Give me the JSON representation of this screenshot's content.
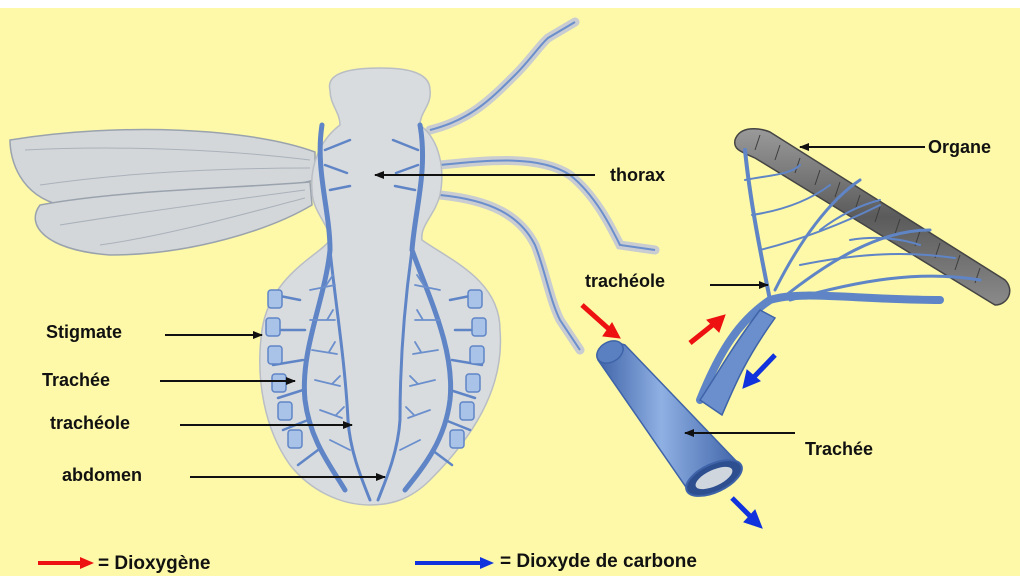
{
  "labels": {
    "thorax": "thorax",
    "organe": "Organe",
    "tracheole_right": "trachéole",
    "stigmate": "Stigmate",
    "trachee_left": "Trachée",
    "tracheole_left": "trachéole",
    "abdomen": "abdomen",
    "trachee_right": "Trachée"
  },
  "legend": {
    "oxygen": "= Dioxygène",
    "carbon_dioxide": "= Dioxyde de carbone"
  },
  "colors": {
    "background": "#fdf9a8",
    "body": "#d9dcdf",
    "vessel": "#6b8fcc",
    "vessel_dark": "#3f63a8",
    "organ": "#6d6d6d",
    "oxygen_arrow": "#ee1111",
    "co2_arrow": "#1133dd"
  }
}
